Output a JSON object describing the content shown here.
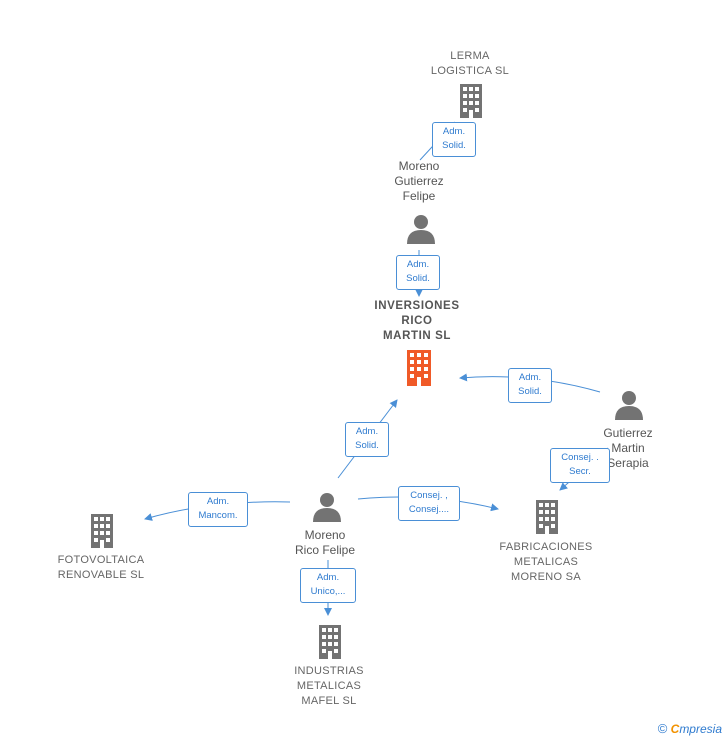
{
  "nodes": {
    "lerma": {
      "label": "LERMA\nLOGISTICA  SL",
      "type": "company"
    },
    "moreno_gutierrez": {
      "label": "Moreno\nGutierrez\nFelipe",
      "type": "person"
    },
    "inversiones": {
      "label": "INVERSIONES\nRICO\nMARTIN  SL",
      "type": "company-focus"
    },
    "gutierrez_martin": {
      "label": "Gutierrez\nMartin\nSerapia",
      "type": "person"
    },
    "moreno_rico": {
      "label": "Moreno\nRico Felipe",
      "type": "person"
    },
    "fotovoltaica": {
      "label": "FOTOVOLTAICA\nRENOVABLE SL",
      "type": "company"
    },
    "fabricaciones": {
      "label": "FABRICACIONES\nMETALICAS\nMORENO SA",
      "type": "company"
    },
    "industrias": {
      "label": "INDUSTRIAS\nMETALICAS\nMAFEL SL",
      "type": "company"
    }
  },
  "edges": {
    "e1": {
      "label": "Adm.\nSolid."
    },
    "e2": {
      "label": "Adm.\nSolid."
    },
    "e3": {
      "label": "Adm.\nSolid."
    },
    "e4": {
      "label": "Adm.\nSolid."
    },
    "e5": {
      "label": "Consej. .\nSecr."
    },
    "e6": {
      "label": "Adm.\nMancom."
    },
    "e7": {
      "label": "Consej. ,\nConsej...."
    },
    "e8": {
      "label": "Adm.\nUnico,..."
    }
  },
  "colors": {
    "edge": "#4a8fd6",
    "icon": "#737373",
    "focus_icon": "#f05a28"
  },
  "footer": {
    "copyright": "©",
    "brand_initial": "C",
    "brand_rest": "mpresia"
  }
}
